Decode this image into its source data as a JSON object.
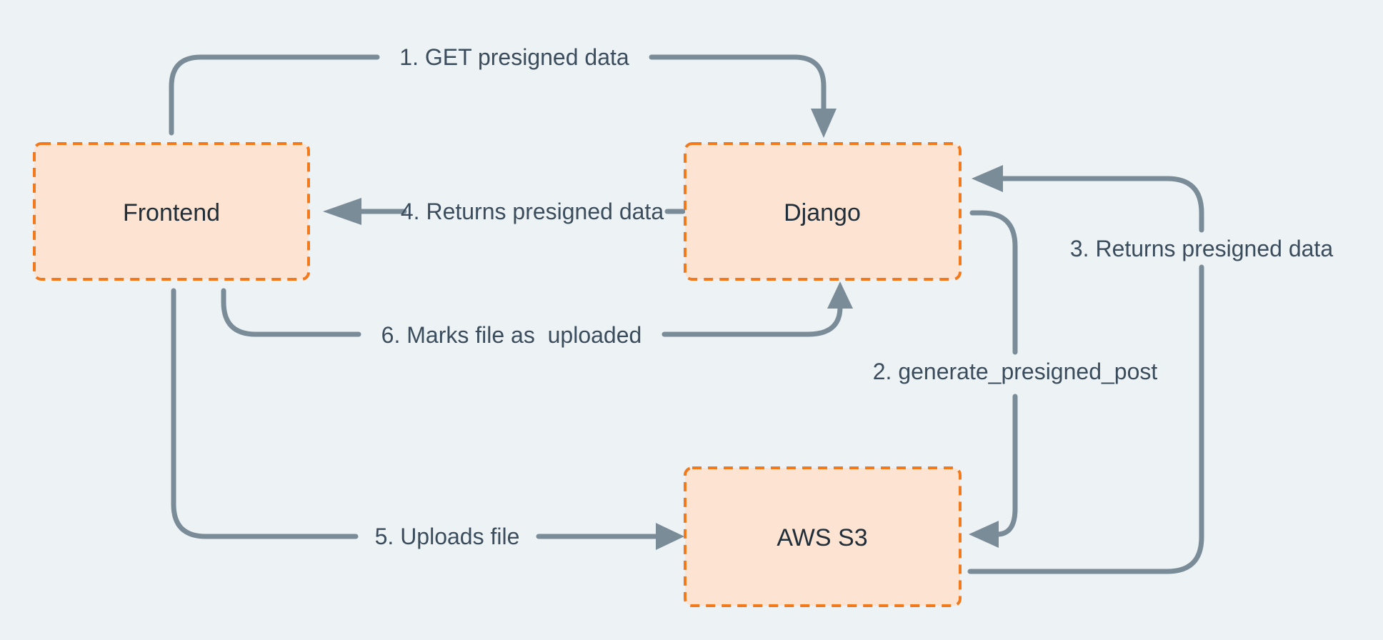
{
  "diagram_type": "flow-diagram",
  "nodes": {
    "frontend": {
      "label": "Frontend"
    },
    "django": {
      "label": "Django"
    },
    "aws_s3": {
      "label": "AWS S3"
    }
  },
  "edges": {
    "step1": {
      "label": "1. GET presigned data",
      "from": "Frontend",
      "to": "Django"
    },
    "step2": {
      "label": "2. generate_presigned_post",
      "from": "Django",
      "to": "AWS S3"
    },
    "step3": {
      "label": "3. Returns presigned data",
      "from": "AWS S3",
      "to": "Django"
    },
    "step4": {
      "label": "4. Returns presigned data",
      "from": "Django",
      "to": "Frontend"
    },
    "step5": {
      "label": "5. Uploads file",
      "from": "Frontend",
      "to": "AWS S3"
    },
    "step6": {
      "label": "6. Marks file as  uploaded",
      "from": "Frontend",
      "to": "Django"
    }
  },
  "colors": {
    "bg": "#edf2f5",
    "node_fill": "#fce3d2",
    "node_border": "#f3791d",
    "arrow": "#7b8c99",
    "edge_text": "#3b4d5c",
    "node_text": "#202e3a"
  }
}
